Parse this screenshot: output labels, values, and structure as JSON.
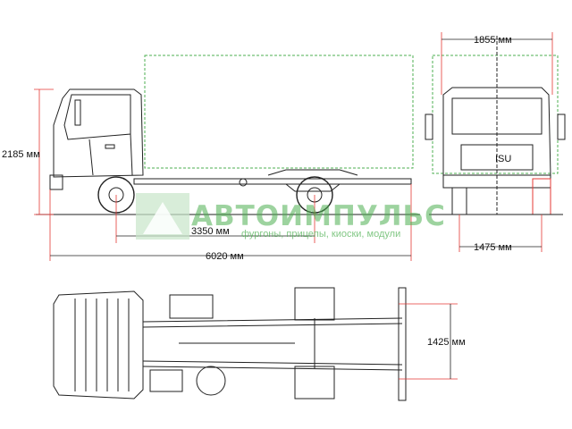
{
  "watermark": {
    "title": "АВТОИМПУЛЬС",
    "subtitle": "фургоны, прицепы, киоски, модули"
  },
  "dimensions": {
    "height": "2185 мм",
    "cab_width": "1855 мм",
    "wheelbase": "3350 мм",
    "length": "6020 мм",
    "rear_track": "1475 мм",
    "frame_width": "1425 мм"
  },
  "labels": {
    "grille_badge": "ISU"
  },
  "colors": {
    "line": "#222222",
    "dimension": "#e53935",
    "body_outline": "#4caf50",
    "watermark": "#4caf50"
  }
}
